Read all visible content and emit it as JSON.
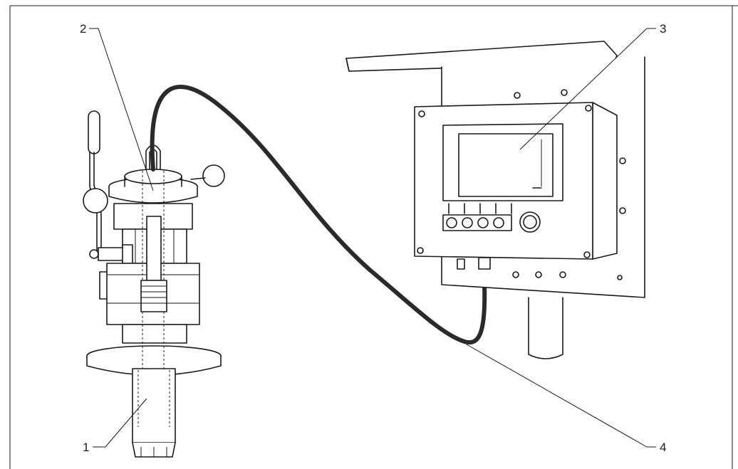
{
  "callouts": {
    "c1": "1",
    "c2": "2",
    "c3": "3",
    "c4": "4"
  },
  "colors": {
    "line": "#1a1a1a",
    "background": "#ffffff",
    "cable": "#2a2a2a"
  }
}
